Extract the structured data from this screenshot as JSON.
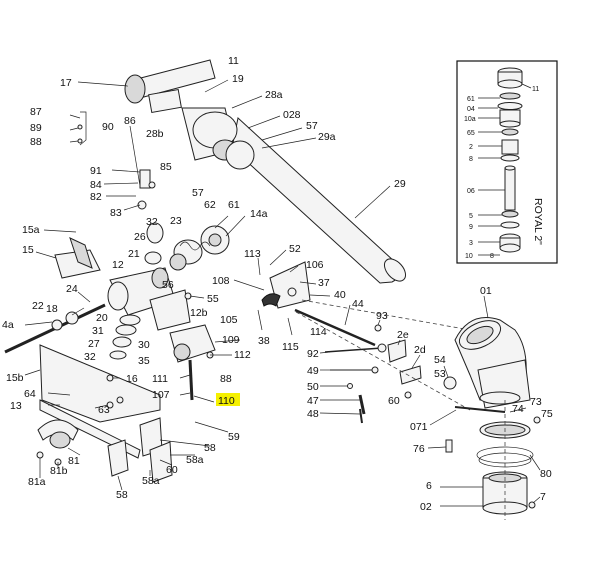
{
  "diagram": {
    "highlight_color": "#f5f000",
    "highlighted_label": "110",
    "inset": {
      "title": "ROYAL 2\"",
      "labels": [
        "11",
        "61",
        "04",
        "10a",
        "65",
        "2",
        "8",
        "06",
        "5",
        "9",
        "3",
        "10",
        "8"
      ]
    },
    "labels": [
      "17",
      "19",
      "28a",
      "028",
      "57",
      "29a",
      "29",
      "86",
      "90",
      "87",
      "89",
      "88",
      "28b",
      "85",
      "91",
      "84",
      "82",
      "83",
      "57",
      "32",
      "26",
      "23",
      "62",
      "61",
      "14a",
      "15a",
      "15",
      "21",
      "12",
      "113",
      "52",
      "106",
      "37",
      "40",
      "108",
      "22",
      "24",
      "18",
      "4a",
      "56",
      "55",
      "12b",
      "44",
      "20",
      "31",
      "27",
      "32",
      "30",
      "35",
      "105",
      "109",
      "112",
      "38",
      "93",
      "114",
      "115",
      "2e",
      "2d",
      "01",
      "15b",
      "64",
      "13",
      "16",
      "63",
      "111",
      "88",
      "107",
      "110",
      "92",
      "49",
      "50",
      "47",
      "48",
      "53",
      "54",
      "60",
      "74",
      "73",
      "75",
      "071",
      "76",
      "81",
      "81b",
      "81a",
      "59",
      "58a",
      "60",
      "58",
      "58",
      "58a",
      "6",
      "80",
      "7",
      "02",
      "11"
    ]
  }
}
